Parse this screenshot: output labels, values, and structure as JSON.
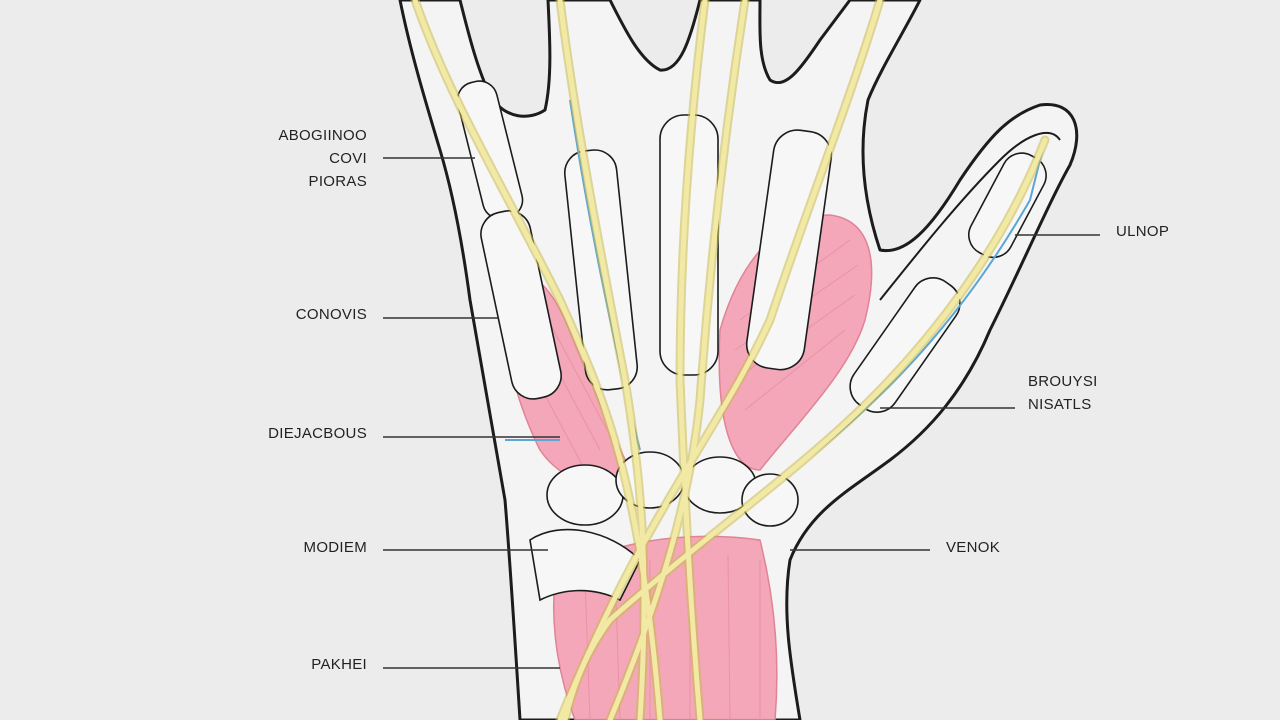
{
  "colors": {
    "background": "#ececec",
    "outline": "#1c1c1c",
    "bone": "#f7f7f7",
    "nerve": "#f1e9a4",
    "nerve_stroke": "#c9b94a",
    "muscle": "#f3a3b5",
    "vessel": "#5aa6d6",
    "leader": "#333333"
  },
  "labels": {
    "left": [
      {
        "lines": [
          "ABOGIINOO",
          "COVI",
          "PIORAS"
        ]
      },
      {
        "lines": [
          "CONOVIS"
        ]
      },
      {
        "lines": [
          "DIEJACBOUS"
        ]
      },
      {
        "lines": [
          "MODIEM"
        ]
      },
      {
        "lines": [
          "PAKHEI"
        ]
      }
    ],
    "right": [
      {
        "lines": [
          "ULNOP"
        ]
      },
      {
        "lines": [
          "BROUYSI",
          "NISATLS"
        ]
      },
      {
        "lines": [
          "VENOK"
        ]
      }
    ]
  }
}
